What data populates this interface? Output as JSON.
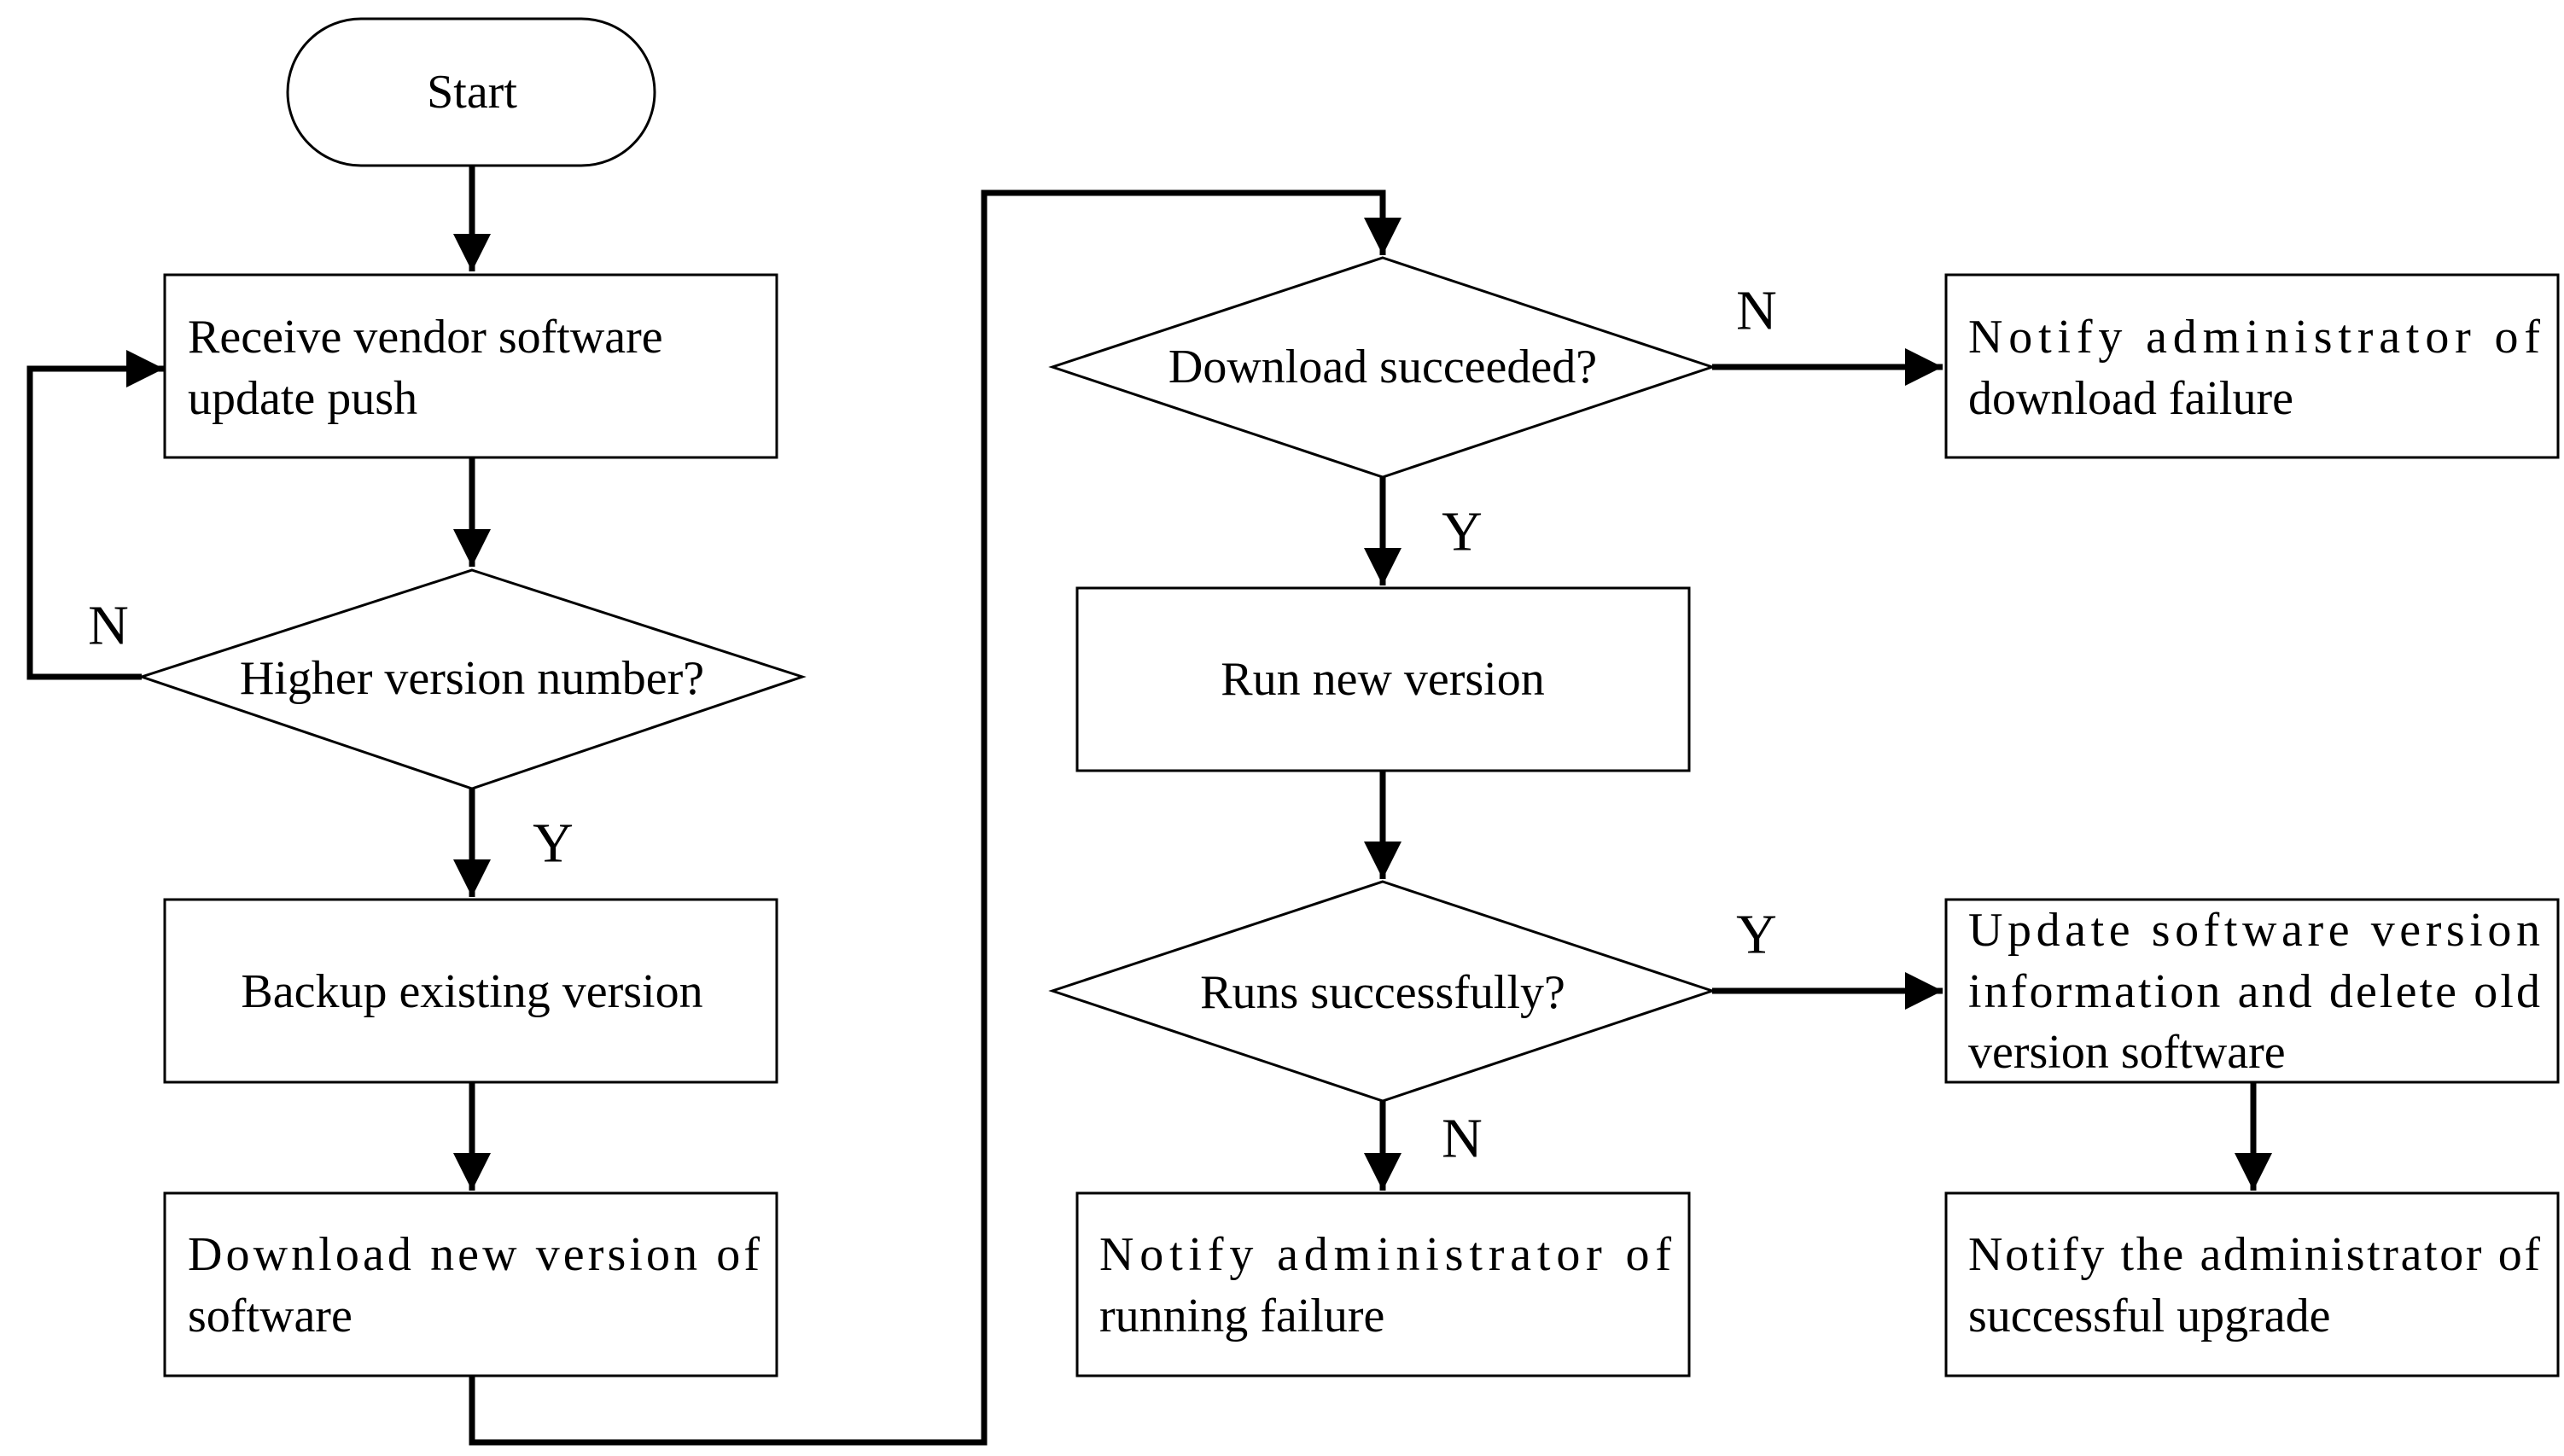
{
  "nodes": {
    "start": "Start",
    "receive": [
      "Receive vendor software",
      "update push"
    ],
    "higher": "Higher version number?",
    "backup": "Backup existing version",
    "download": [
      "Download new version of",
      "software"
    ],
    "download_ok": "Download succeeded?",
    "notify_download": [
      "Notify administrator of",
      "download failure"
    ],
    "run_new": "Run new version",
    "runs_ok": "Runs successfully?",
    "update_info": [
      "Update software version",
      "information and delete old",
      "version software"
    ],
    "notify_run": [
      "Notify administrator of",
      "running failure"
    ],
    "notify_success": [
      "Notify the administrator of",
      "successful upgrade"
    ]
  },
  "edge_labels": {
    "higher_no": "N",
    "higher_yes": "Y",
    "download_no": "N",
    "download_yes": "Y",
    "runs_yes": "Y",
    "runs_no": "N"
  }
}
